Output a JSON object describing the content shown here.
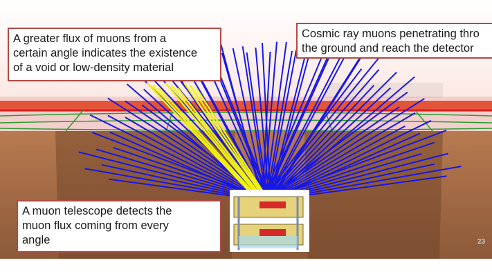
{
  "colors": {
    "muon_blue": "#1717e6",
    "muon_yellow": "#f2f20f",
    "sky_red": "#e0401e",
    "ground_line_green": "#2e9a2e",
    "soil_brown": "#a26b45",
    "callout_border": "#b04a46"
  },
  "callouts": {
    "void": "A greater flux of muons from a\ncertain angle indicates the existence\nof a void or low-density material",
    "cosmic": "Cosmic ray muons penetrating thro\nthe ground and reach the detector",
    "telescope": "A muon telescope detects the\nmuon flux coming from every\nangle"
  },
  "slide_number": "23"
}
